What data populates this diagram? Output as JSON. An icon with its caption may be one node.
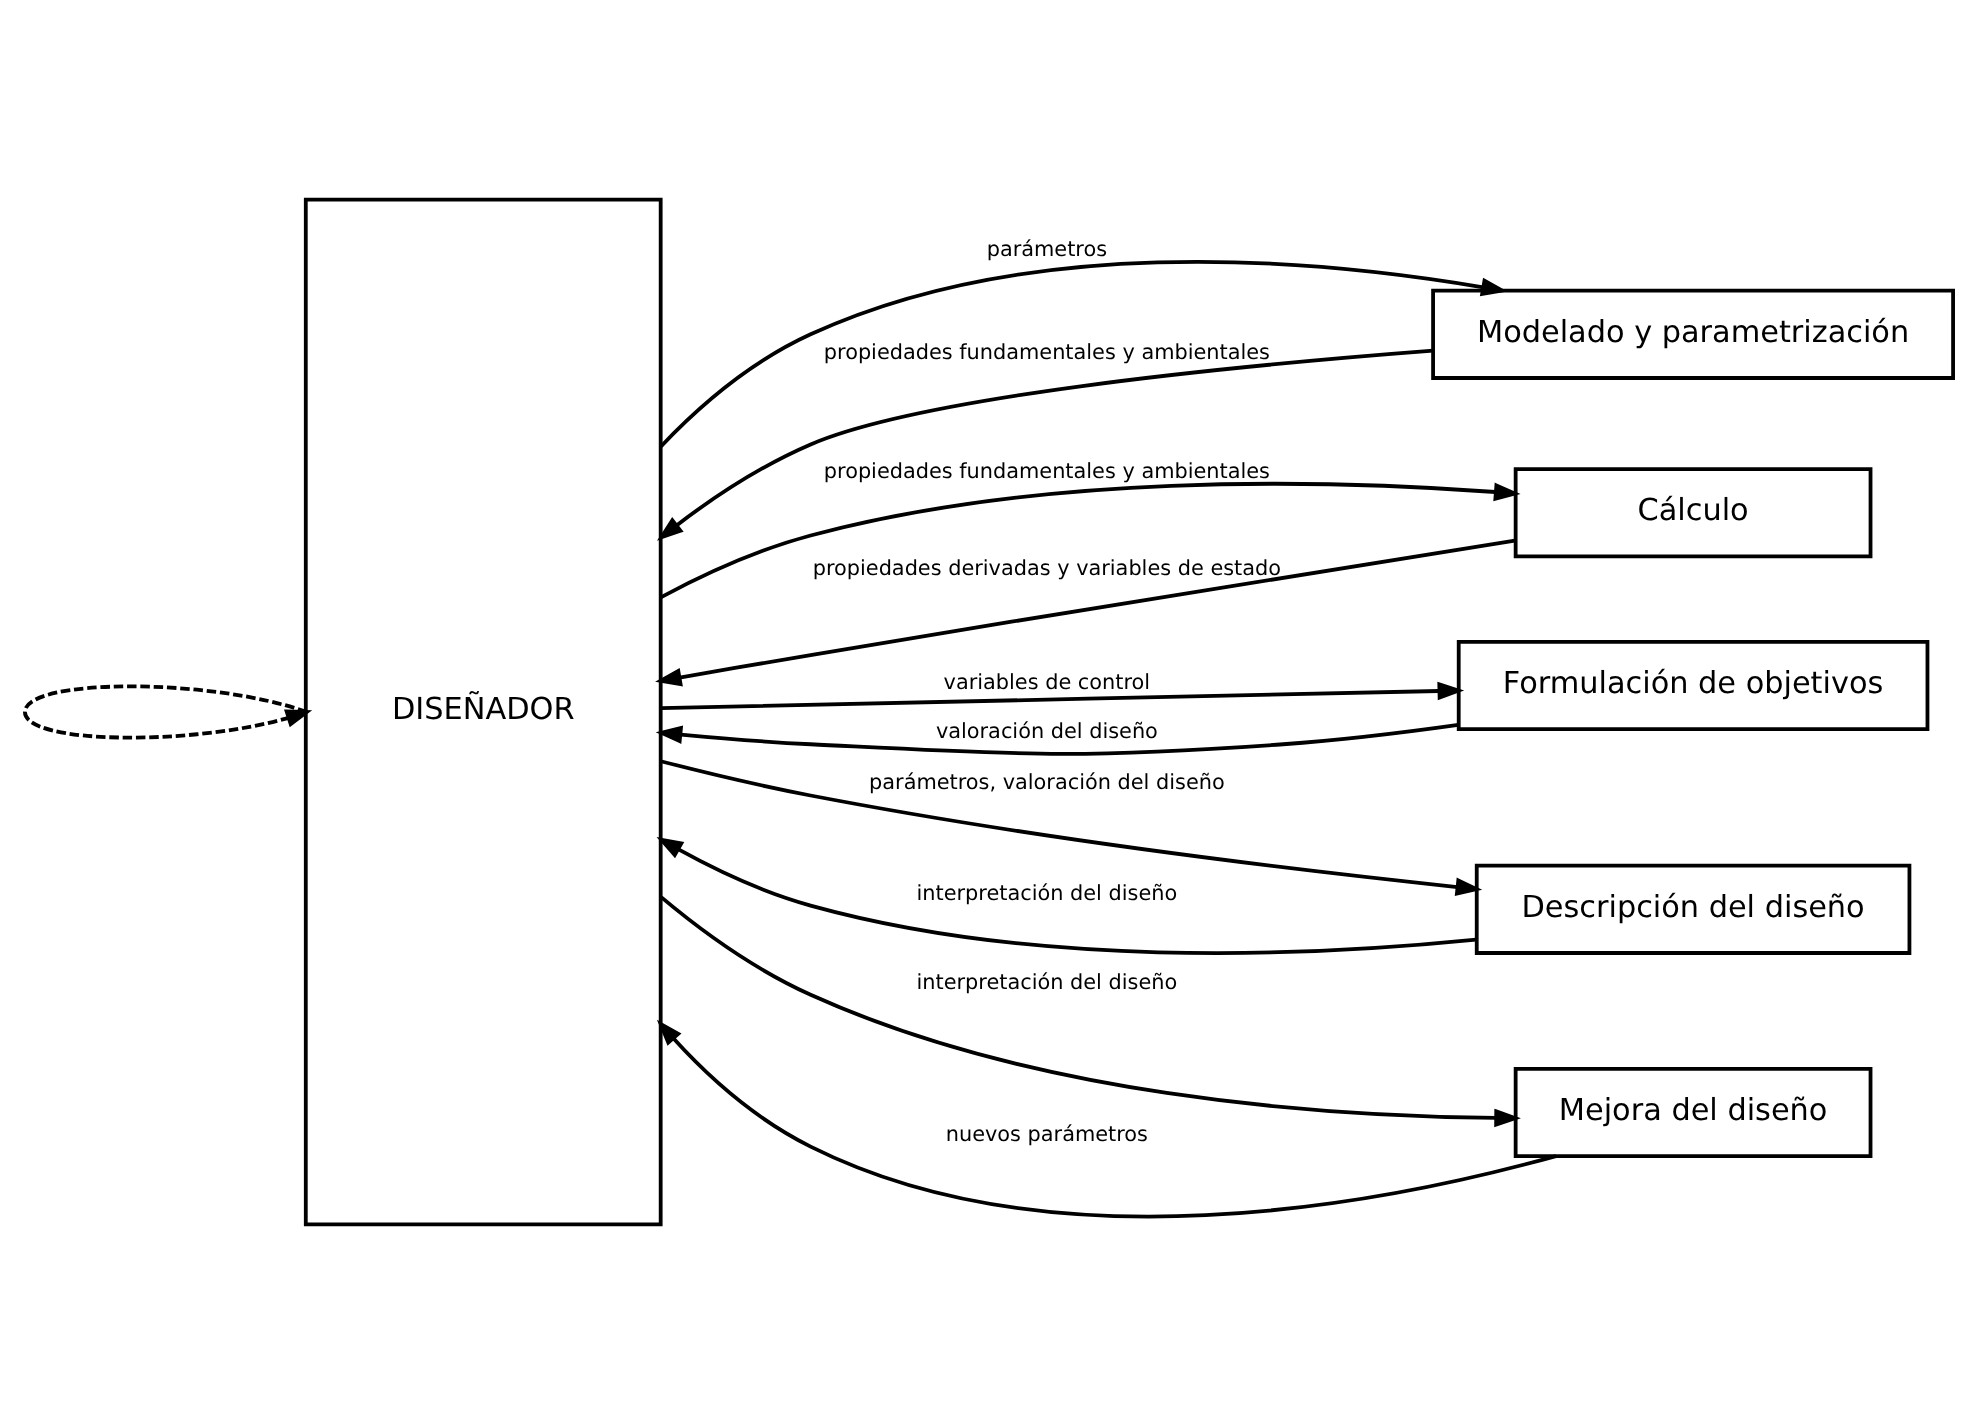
{
  "diagram": {
    "nodes": [
      {
        "text": [
          "DISEÑADOR"
        ]
      },
      {
        "text": [
          "Modelado y parametrización"
        ]
      },
      {
        "text": [
          "Cálculo"
        ]
      },
      {
        "text": [
          "Formulación de objetivos"
        ]
      },
      {
        "text": [
          "Descripción del diseño"
        ]
      },
      {
        "text": [
          "Mejora del diseño"
        ]
      }
    ],
    "edges": [
      {
        "from": 0,
        "to": 1,
        "arrow": "to",
        "label": "parámetros"
      },
      {
        "from": 1,
        "to": 0,
        "arrow": "to",
        "label": "propiedades fundamentales y ambientales"
      },
      {
        "from": 0,
        "to": 2,
        "arrow": "to",
        "label": "propiedades fundamentales y ambientales"
      },
      {
        "from": 2,
        "to": 0,
        "arrow": "to",
        "label": "propiedades derivadas y variables de estado"
      },
      {
        "from": 0,
        "to": 3,
        "arrow": "to",
        "label": "variables de control"
      },
      {
        "from": 3,
        "to": 0,
        "arrow": "to",
        "label": "valoración del diseño"
      },
      {
        "from": 0,
        "to": 4,
        "arrow": "to",
        "label": "parámetros, valoración del diseño"
      },
      {
        "from": 4,
        "to": 0,
        "arrow": "to",
        "label": "interpretación del diseño"
      },
      {
        "from": 0,
        "to": 5,
        "arrow": "to",
        "label": "interpretación del diseño"
      },
      {
        "from": 5,
        "to": 0,
        "arrow": "to",
        "label": "nuevos parámetros"
      },
      {
        "from": 0,
        "to": 0,
        "arrow": "to",
        "style": "dashed"
      }
    ]
  }
}
